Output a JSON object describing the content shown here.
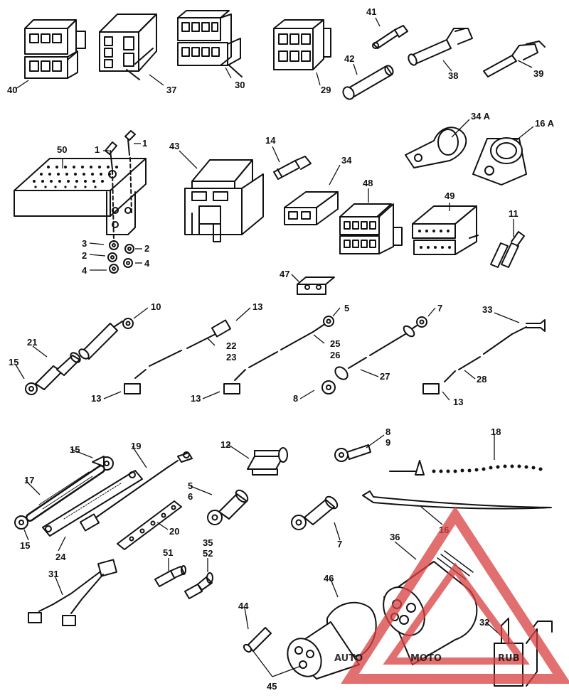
{
  "diagram": {
    "labels": [
      "40",
      "37",
      "30",
      "29",
      "41",
      "42",
      "38",
      "39",
      "50",
      "1",
      "1",
      "43",
      "14",
      "34",
      "34 A",
      "16 A",
      "48",
      "49",
      "11",
      "3",
      "2",
      "2",
      "4",
      "4",
      "47",
      "10",
      "21",
      "15",
      "13",
      "22",
      "23",
      "13",
      "5",
      "25",
      "26",
      "13",
      "7",
      "27",
      "8",
      "33",
      "28",
      "13",
      "15",
      "19",
      "12",
      "8",
      "9",
      "18",
      "17",
      "5",
      "6",
      "15",
      "24",
      "20",
      "16",
      "7",
      "36",
      "51",
      "35",
      "52",
      "31",
      "46",
      "44",
      "32",
      "45"
    ]
  },
  "watermark": {
    "text_a": "AUTO",
    "text_b": "MOTO",
    "text_c": "RUB",
    "color_red": "#d94040",
    "color_orange": "#f0a020",
    "color_gray": "#7a7a7a"
  }
}
